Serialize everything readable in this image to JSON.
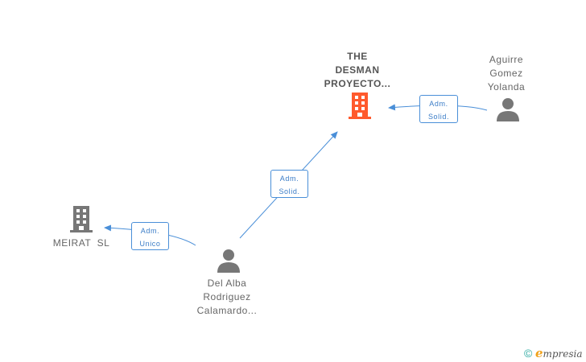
{
  "nodes": {
    "the_desman": {
      "lines": [
        "THE",
        "DESMAN",
        "PROYECTO..."
      ],
      "type": "company",
      "color": "#ff5a2d"
    },
    "aguirre": {
      "lines": [
        "Aguirre",
        "Gomez",
        "Yolanda"
      ],
      "type": "person",
      "color": "#777777"
    },
    "meirat": {
      "lines": [
        "MEIRAT  SL"
      ],
      "type": "company",
      "color": "#777777"
    },
    "del_alba": {
      "lines": [
        "Del Alba",
        "Rodriguez",
        "Calamardo..."
      ],
      "type": "person",
      "color": "#777777"
    }
  },
  "edges": {
    "aguirre_to_desman": {
      "lines": [
        "Adm.",
        "Solid."
      ]
    },
    "delalba_to_desman": {
      "lines": [
        "Adm.",
        "Solid."
      ]
    },
    "delalba_to_meirat": {
      "lines": [
        "Adm.",
        "Unico"
      ]
    }
  },
  "colors": {
    "edge": "#4a8fd8",
    "badge_text": "#3a7cc7"
  },
  "brand": {
    "copyright": "©",
    "e": "e",
    "rest": "mpresia"
  }
}
